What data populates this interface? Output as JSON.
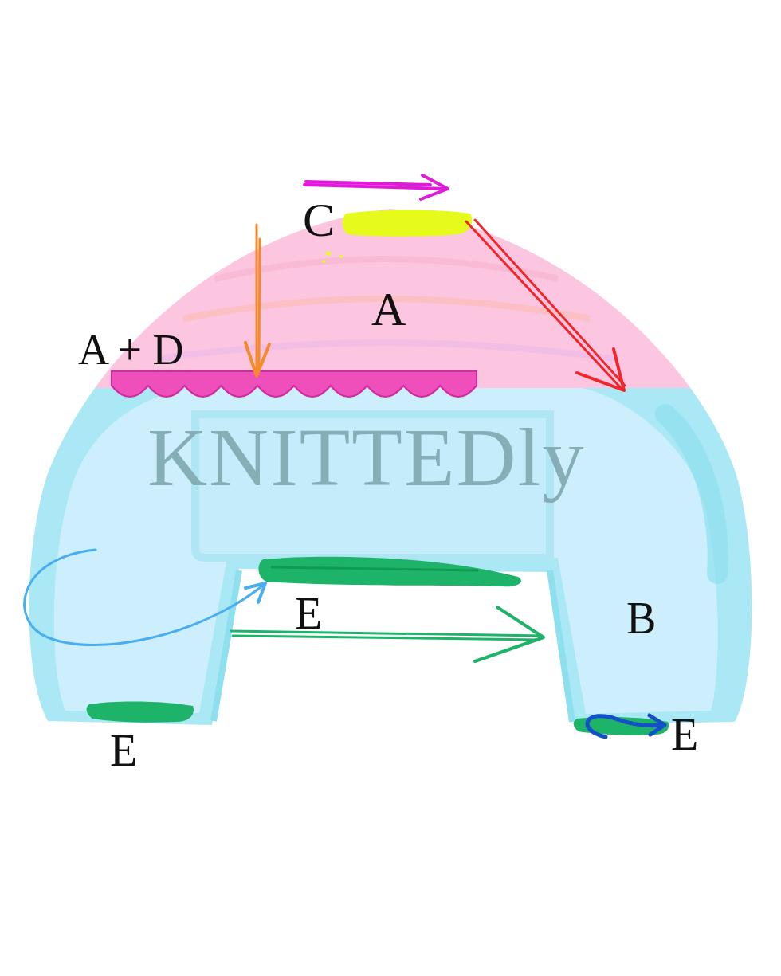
{
  "diagram": {
    "labels": [
      "C",
      "A",
      "A + D",
      "KNITTEDly",
      "E",
      "B",
      "E",
      "E"
    ]
  }
}
